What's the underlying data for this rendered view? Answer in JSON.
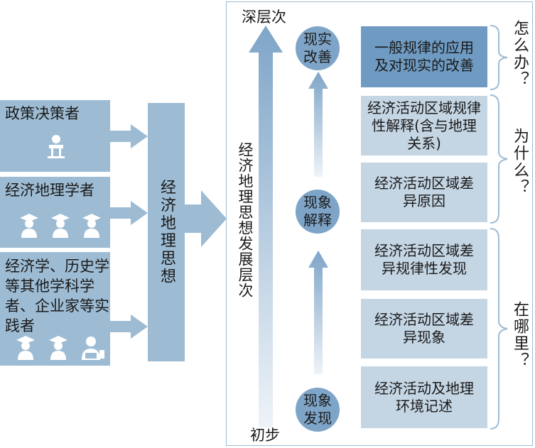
{
  "left_groups": [
    {
      "label": "政策决策者",
      "icons": [
        "speaker-icon"
      ]
    },
    {
      "label": "经济地理学者",
      "icons": [
        "graduate-icon",
        "graduate-icon",
        "graduate-icon"
      ]
    },
    {
      "label": "经济学、历史学等其他学科学者、企业家等实践者",
      "icons": [
        "graduate-icon",
        "graduate-icon",
        "businessman-icon"
      ]
    }
  ],
  "center_label": "经济地理思想",
  "panel": {
    "top_label": "深层次",
    "bottom_label": "初步",
    "axis_label": "经济地理思想发展层次"
  },
  "stages": [
    "现实改善",
    "现象解释",
    "现象发现"
  ],
  "boxes": [
    "一般规律的应用及对现实的改善",
    "经济活动区域规律性解释(含与地理关系)",
    "经济活动区域差异原因",
    "经济活动区域差异规律性发现",
    "经济活动区域差异现象",
    "经济活动及地理环境记述"
  ],
  "questions": [
    "怎么办？",
    "为什么？",
    "在哪里？"
  ],
  "colors": {
    "light_blue": "#9dbcd4",
    "mid_blue": "#6f9bc3",
    "pale_blue": "#c4d5e3",
    "circle_blue": "#7ea5c8"
  }
}
